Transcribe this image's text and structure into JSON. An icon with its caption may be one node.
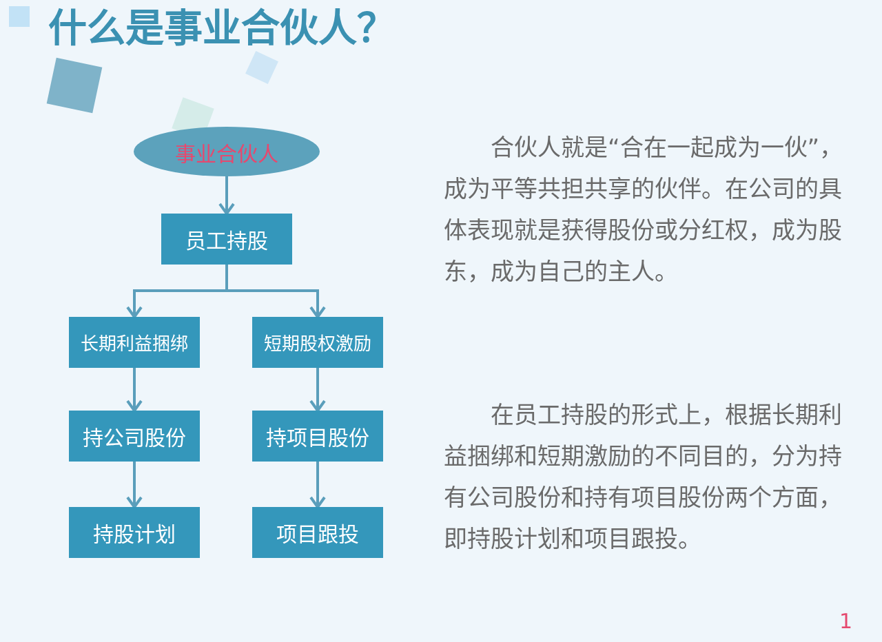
{
  "diagram": {
    "title": "什么是事业合伙人？",
    "nodes": [
      {
        "text": [
          "事业合伙人"
        ]
      },
      {
        "text": [
          "员工持股"
        ]
      },
      {
        "text": [
          "长期利益捆绑"
        ]
      },
      {
        "text": [
          "短期股权激励"
        ]
      },
      {
        "text": [
          "持公司股份"
        ]
      },
      {
        "text": [
          "持项目股份"
        ]
      },
      {
        "text": [
          "持股计划"
        ]
      },
      {
        "text": [
          "项目跟投"
        ]
      }
    ],
    "edges": [
      {
        "from": 0,
        "to": 1,
        "arrow": "to"
      },
      {
        "from": 1,
        "to": 2,
        "arrow": "to"
      },
      {
        "from": 1,
        "to": 3,
        "arrow": "to"
      },
      {
        "from": 2,
        "to": 4,
        "arrow": "to"
      },
      {
        "from": 4,
        "to": 6,
        "arrow": "to"
      },
      {
        "from": 3,
        "to": 5,
        "arrow": "to"
      },
      {
        "from": 5,
        "to": 7,
        "arrow": "to"
      }
    ],
    "labels": [
      "合伙人就是“合在一起成为一伙”，成为平等共担共享的伙伴。在公司的具体表现就是获得股份或分红权，成为股东，成为自己的主人。",
      "在员工持股的形式上，根据长期利益捆绑和短期激励的不同目的，分为持有公司股份和持有项目股份两个方面，即持股计划和项目跟投。",
      "1"
    ]
  }
}
